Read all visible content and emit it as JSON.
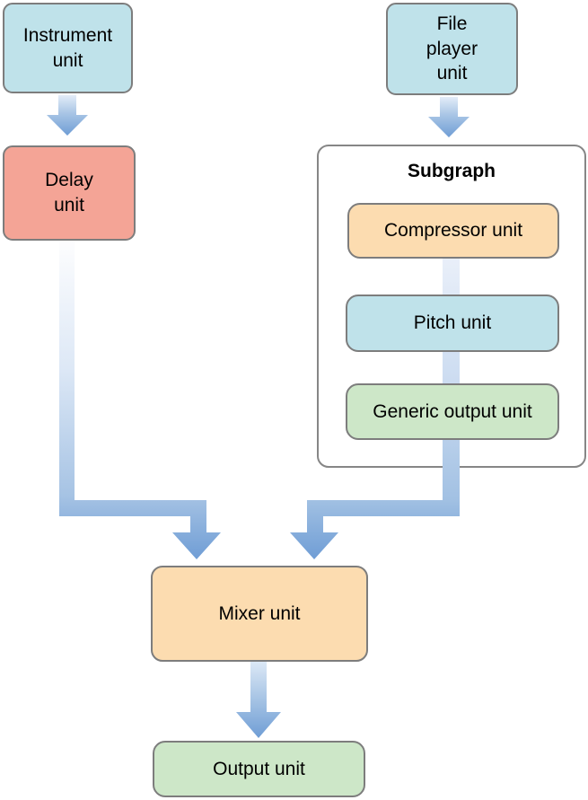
{
  "diagram": {
    "subgraph": {
      "title": "Subgraph",
      "border_color": "#868686",
      "background": "#ffffff"
    },
    "nodes": {
      "instrument": {
        "label": "Instrument\nunit",
        "fill": "#bfe2ea"
      },
      "file_player": {
        "label": "File\nplayer\nunit",
        "fill": "#bfe2ea"
      },
      "delay": {
        "label": "Delay\nunit",
        "fill": "#f4a496"
      },
      "compressor": {
        "label": "Compressor unit",
        "fill": "#fcdcb0"
      },
      "pitch": {
        "label": "Pitch unit",
        "fill": "#bfe2ea"
      },
      "generic_output": {
        "label": "Generic output unit",
        "fill": "#cde7c8"
      },
      "mixer": {
        "label": "Mixer unit",
        "fill": "#fcdcb0"
      },
      "output": {
        "label": "Output unit",
        "fill": "#cde7c8"
      }
    },
    "edges": [
      {
        "from": "Instrument unit",
        "to": "Delay unit"
      },
      {
        "from": "File player unit",
        "to": "Subgraph"
      },
      {
        "from": "Delay unit",
        "to": "Mixer unit"
      },
      {
        "from": "Compressor unit",
        "to": "Pitch unit"
      },
      {
        "from": "Pitch unit",
        "to": "Generic output unit"
      },
      {
        "from": "Subgraph",
        "to": "Mixer unit"
      },
      {
        "from": "Mixer unit",
        "to": "Output unit"
      }
    ],
    "colors": {
      "node_border": "#7d7d7d",
      "text": "#000000",
      "arrow_dark": "#6f9dd5",
      "arrow_mid": "#a6c3e4",
      "arrow_light": "#fdfdfe"
    }
  }
}
